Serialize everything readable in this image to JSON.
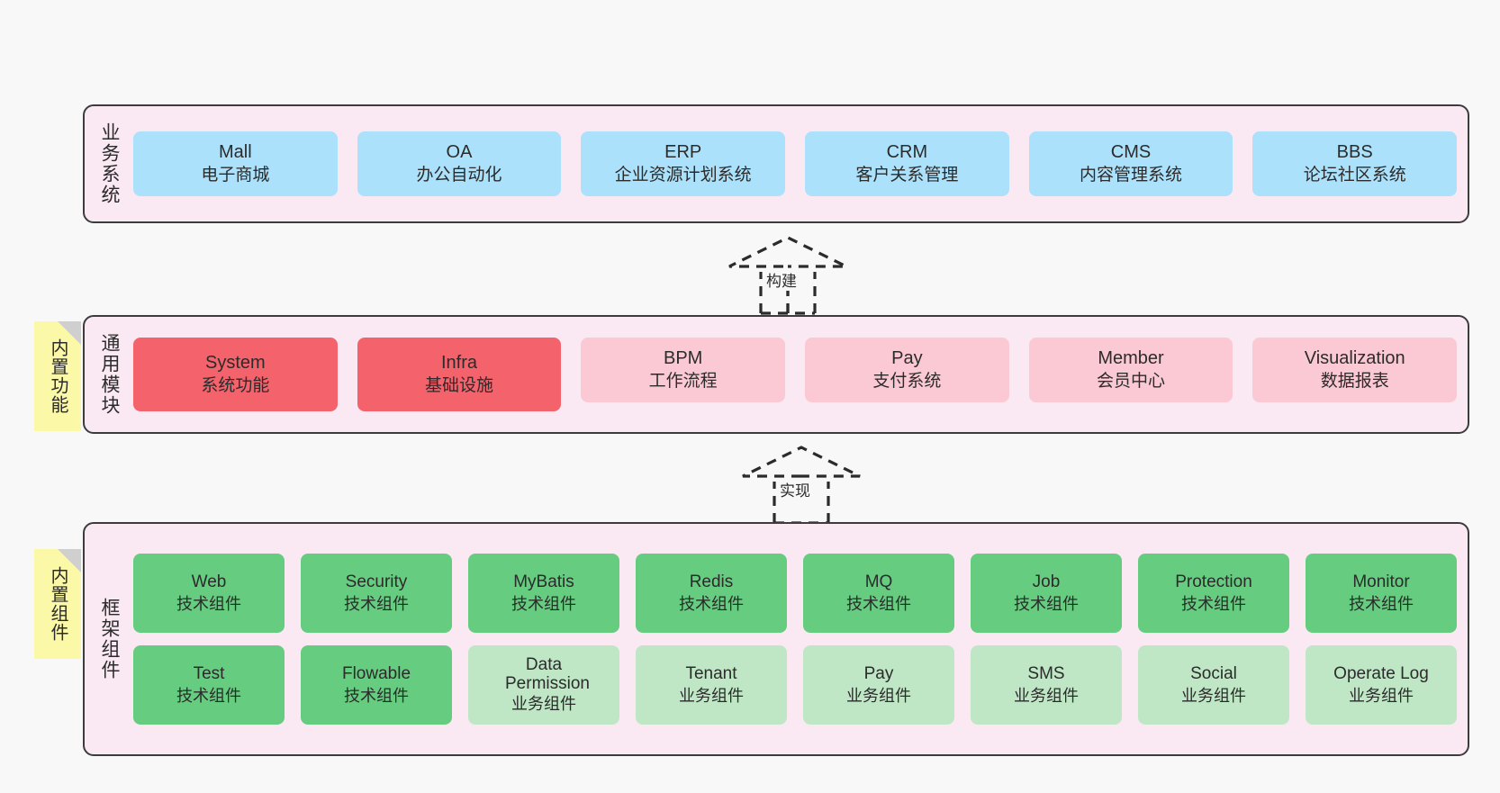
{
  "diagram": {
    "background_color": "#f8f8f8",
    "panel_color": "#fae8f3",
    "panel_border_color": "#3c3c3c",
    "note_color": "#fbf8a8"
  },
  "layers": [
    {
      "id": "business-systems",
      "title": "业务系统",
      "note": null,
      "rows": [
        {
          "cards": [
            {
              "name": "Mall",
              "sub": "电子商城",
              "color": "#ace1fb",
              "style": "c-blue"
            },
            {
              "name": "OA",
              "sub": "办公自动化",
              "color": "#ace1fb",
              "style": "c-blue"
            },
            {
              "name": "ERP",
              "sub": "企业资源计划系统",
              "color": "#ace1fb",
              "style": "c-blue"
            },
            {
              "name": "CRM",
              "sub": "客户关系管理",
              "color": "#ace1fb",
              "style": "c-blue"
            },
            {
              "name": "CMS",
              "sub": "内容管理系统",
              "color": "#ace1fb",
              "style": "c-blue"
            },
            {
              "name": "BBS",
              "sub": "论坛社区系统",
              "color": "#ace1fb",
              "style": "c-blue"
            }
          ]
        }
      ]
    },
    {
      "id": "common-modules",
      "title": "通用模块",
      "note": "内置功能",
      "rows": [
        {
          "cards": [
            {
              "name": "System",
              "sub": "系统功能",
              "color": "#f4636c",
              "style": "c-red"
            },
            {
              "name": "Infra",
              "sub": "基础设施",
              "color": "#f4636c",
              "style": "c-red"
            },
            {
              "name": "BPM",
              "sub": "工作流程",
              "color": "#fbc9d4",
              "style": "c-pink"
            },
            {
              "name": "Pay",
              "sub": "支付系统",
              "color": "#fbc9d4",
              "style": "c-pink"
            },
            {
              "name": "Member",
              "sub": "会员中心",
              "color": "#fbc9d4",
              "style": "c-pink"
            },
            {
              "name": "Visualization",
              "sub": "数据报表",
              "color": "#fbc9d4",
              "style": "c-pink"
            }
          ]
        }
      ]
    },
    {
      "id": "framework-components",
      "title": "框架组件",
      "note": "内置组件",
      "rows": [
        {
          "cards": [
            {
              "name": "Web",
              "sub": "技术组件",
              "color": "#66cc80",
              "style": "c-green"
            },
            {
              "name": "Security",
              "sub": "技术组件",
              "color": "#66cc80",
              "style": "c-green"
            },
            {
              "name": "MyBatis",
              "sub": "技术组件",
              "color": "#66cc80",
              "style": "c-green"
            },
            {
              "name": "Redis",
              "sub": "技术组件",
              "color": "#66cc80",
              "style": "c-green"
            },
            {
              "name": "MQ",
              "sub": "技术组件",
              "color": "#66cc80",
              "style": "c-green"
            },
            {
              "name": "Job",
              "sub": "技术组件",
              "color": "#66cc80",
              "style": "c-green"
            },
            {
              "name": "Protection",
              "sub": "技术组件",
              "color": "#66cc80",
              "style": "c-green"
            },
            {
              "name": "Monitor",
              "sub": "技术组件",
              "color": "#66cc80",
              "style": "c-green"
            }
          ]
        },
        {
          "cards": [
            {
              "name": "Test",
              "sub": "技术组件",
              "color": "#66cc80",
              "style": "c-green"
            },
            {
              "name": "Flowable",
              "sub": "技术组件",
              "color": "#66cc80",
              "style": "c-green"
            },
            {
              "name": "Data Permission",
              "sub": "业务组件",
              "color": "#bfe7c6",
              "style": "c-lightgreen"
            },
            {
              "name": "Tenant",
              "sub": "业务组件",
              "color": "#bfe7c6",
              "style": "c-lightgreen"
            },
            {
              "name": "Pay",
              "sub": "业务组件",
              "color": "#bfe7c6",
              "style": "c-lightgreen"
            },
            {
              "name": "SMS",
              "sub": "业务组件",
              "color": "#bfe7c6",
              "style": "c-lightgreen"
            },
            {
              "name": "Social",
              "sub": "业务组件",
              "color": "#bfe7c6",
              "style": "c-lightgreen"
            },
            {
              "name": "Operate Log",
              "sub": "业务组件",
              "color": "#bfe7c6",
              "style": "c-lightgreen"
            }
          ]
        }
      ]
    }
  ],
  "connectors": [
    {
      "id": "build",
      "label": "构建",
      "from": "common-modules",
      "to": "business-systems"
    },
    {
      "id": "implement",
      "label": "实现",
      "from": "framework-components",
      "to": "common-modules"
    }
  ]
}
